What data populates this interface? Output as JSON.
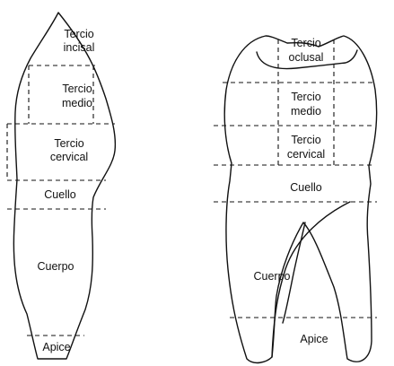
{
  "incisor": {
    "labels": {
      "tercio_incisal_1": "Tercio",
      "tercio_incisal_2": "incisal",
      "tercio_medio_1": "Tercio",
      "tercio_medio_2": "medio",
      "tercio_cervical_1": "Tercio",
      "tercio_cervical_2": "cervical",
      "cuello": "Cuello",
      "cuerpo": "Cuerpo",
      "apice": "Apice"
    }
  },
  "molar": {
    "labels": {
      "tercio_oclusal_1": "Tercio",
      "tercio_oclusal_2": "oclusal",
      "tercio_medio_1": "Tercio",
      "tercio_medio_2": "medio",
      "tercio_cervical_1": "Tercio",
      "tercio_cervical_2": "cervical",
      "cuello": "Cuello",
      "cuerpo": "Cuerpo",
      "apice": "Apice"
    }
  }
}
